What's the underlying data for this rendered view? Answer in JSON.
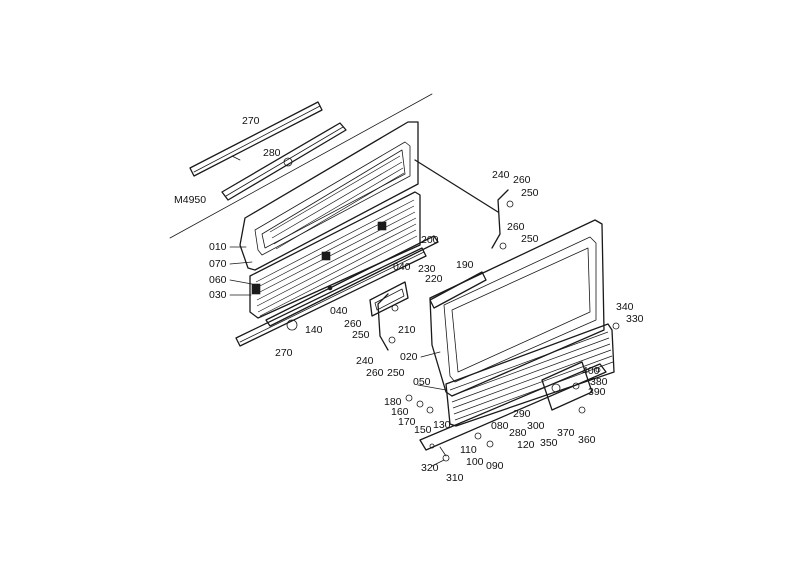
{
  "diagram": {
    "code": "M4950",
    "colors": {
      "ink": "#1a1a1a",
      "paper": "#ffffff"
    },
    "labels": [
      {
        "id": "l270a",
        "text": "270"
      },
      {
        "id": "l280",
        "text": "280"
      },
      {
        "id": "l010",
        "text": "010"
      },
      {
        "id": "l070",
        "text": "070"
      },
      {
        "id": "l060",
        "text": "060"
      },
      {
        "id": "l030",
        "text": "030"
      },
      {
        "id": "l040a",
        "text": "040"
      },
      {
        "id": "l140",
        "text": "140"
      },
      {
        "id": "l270b",
        "text": "270"
      },
      {
        "id": "l200",
        "text": "200"
      },
      {
        "id": "l040b",
        "text": "040"
      },
      {
        "id": "l230",
        "text": "230"
      },
      {
        "id": "l220",
        "text": "220"
      },
      {
        "id": "l190",
        "text": "190"
      },
      {
        "id": "l240a",
        "text": "240"
      },
      {
        "id": "l260a",
        "text": "260"
      },
      {
        "id": "l250a",
        "text": "250"
      },
      {
        "id": "l260b",
        "text": "260"
      },
      {
        "id": "l250b",
        "text": "250"
      },
      {
        "id": "l260c",
        "text": "260"
      },
      {
        "id": "l250c",
        "text": "250"
      },
      {
        "id": "l210",
        "text": "210"
      },
      {
        "id": "l240b",
        "text": "240"
      },
      {
        "id": "l020",
        "text": "020"
      },
      {
        "id": "l260d",
        "text": "260"
      },
      {
        "id": "l250d",
        "text": "250"
      },
      {
        "id": "l340",
        "text": "340"
      },
      {
        "id": "l330",
        "text": "330"
      },
      {
        "id": "l050",
        "text": "050"
      },
      {
        "id": "l400",
        "text": "400"
      },
      {
        "id": "l380",
        "text": "380"
      },
      {
        "id": "l390",
        "text": "390"
      },
      {
        "id": "l180",
        "text": "180"
      },
      {
        "id": "l160",
        "text": "160"
      },
      {
        "id": "l170",
        "text": "170"
      },
      {
        "id": "l150",
        "text": "150"
      },
      {
        "id": "l130",
        "text": "130"
      },
      {
        "id": "l080",
        "text": "080"
      },
      {
        "id": "l290",
        "text": "290"
      },
      {
        "id": "l280b",
        "text": "280"
      },
      {
        "id": "l300",
        "text": "300"
      },
      {
        "id": "l370",
        "text": "370"
      },
      {
        "id": "l110",
        "text": "110"
      },
      {
        "id": "l120",
        "text": "120"
      },
      {
        "id": "l350",
        "text": "350"
      },
      {
        "id": "l360",
        "text": "360"
      },
      {
        "id": "l100",
        "text": "100"
      },
      {
        "id": "l090",
        "text": "090"
      },
      {
        "id": "l320",
        "text": "320"
      },
      {
        "id": "l310",
        "text": "310"
      }
    ]
  }
}
